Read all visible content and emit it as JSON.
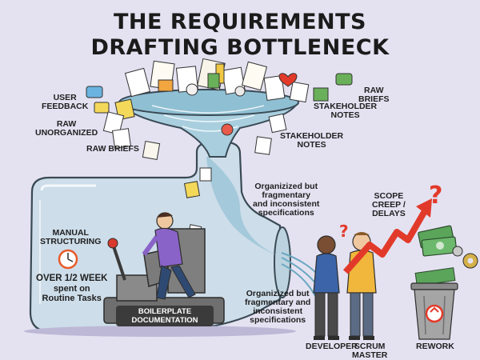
{
  "title": {
    "line1": "THE REQUIREMENTS",
    "line2": "DRAFTING BOTTLENECK"
  },
  "funnel_inputs": {
    "user_feedback": [
      "USER",
      "FEEDBACK"
    ],
    "raw_unorganized": [
      "RAW",
      "UNORGANIZED"
    ],
    "raw_briefs_left": "RAW BRIEFS",
    "raw_briefs_right": [
      "RAW",
      "BRIEFS"
    ],
    "stakeholder_notes_top": [
      "STAKEHOLDER",
      "NOTES"
    ],
    "stakeholder_notes_mid": [
      "STAKEHOLDER",
      "NOTES"
    ]
  },
  "bottle": {
    "manual_structuring": [
      "MANUAL",
      "STRUCTURING"
    ],
    "time_cost": [
      "OVER 1/2 WEEK",
      "spent on",
      "Routine Tasks"
    ],
    "boilerplate": [
      "BOILERPLATE",
      "DOCUMENTATION"
    ]
  },
  "outputs": {
    "upper_specs": [
      "Organizized but",
      "fragmentary",
      "and inconsistent",
      "specifications"
    ],
    "lower_specs": [
      "Organizized but",
      "fragmentary and",
      "inconsistent",
      "specifications"
    ]
  },
  "consequences": {
    "scope_creep": [
      "SCOPE",
      "CREEP /",
      "DELAYS"
    ],
    "developer": "DEVELOPER",
    "scrum_master": [
      "SCRUM",
      "MASTER"
    ],
    "rework": "REWORK"
  },
  "colors": {
    "background": "#e4e2f1",
    "glass": "#c6dbe6",
    "water": "#9fc6d8",
    "arrow_red": "#e23a2a",
    "arrow_green": "#4a9a3d",
    "question_red": "#e23a2a",
    "worker_shirt": "#8a63c8",
    "developer_shirt": "#3c64a8",
    "scrum_shirt": "#f0b73c",
    "machine_gray": "#6f6f6f",
    "money_green": "#5aa55a"
  }
}
